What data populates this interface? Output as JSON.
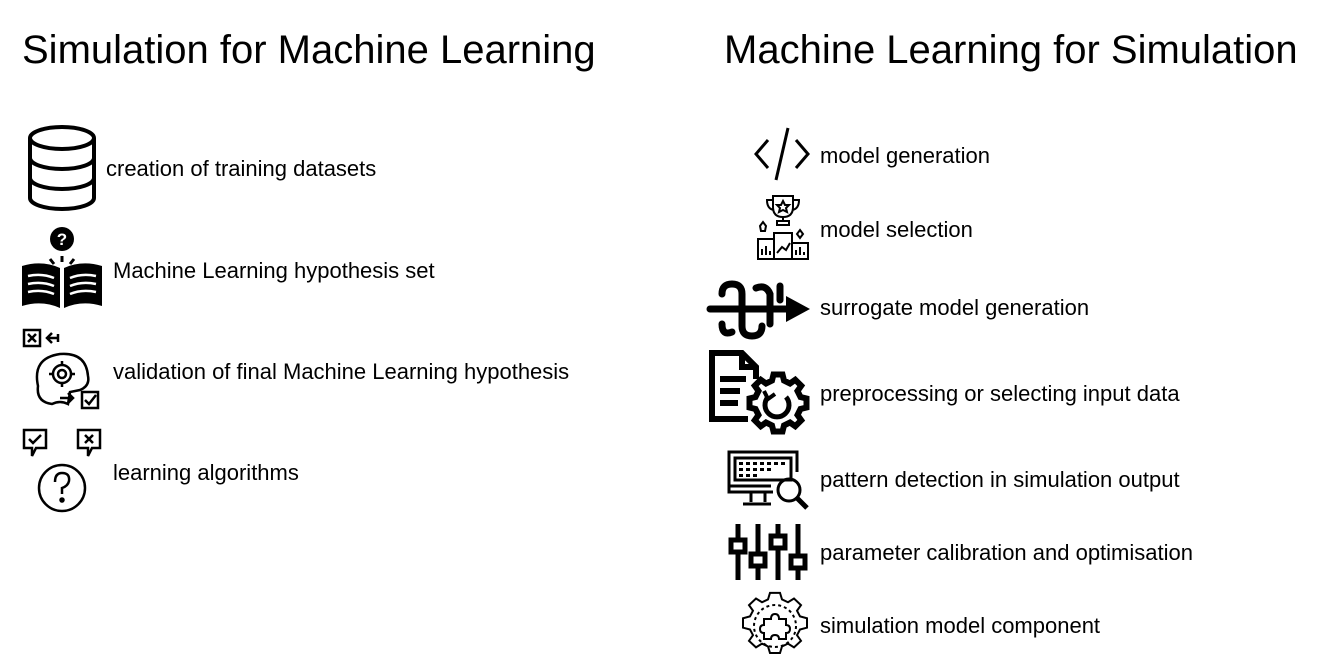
{
  "left": {
    "title": "Simulation for Machine Learning",
    "items": [
      {
        "icon": "database-icon",
        "label": "creation of training datasets"
      },
      {
        "icon": "book-question-icon",
        "label": "Machine Learning hypothesis set"
      },
      {
        "icon": "head-validation-icon",
        "label": "validation of final Machine Learning hypothesis"
      },
      {
        "icon": "question-choice-icon",
        "label": "learning algorithms"
      }
    ]
  },
  "right": {
    "title": "Machine Learning for Simulation",
    "items": [
      {
        "icon": "code-icon",
        "label": "model generation"
      },
      {
        "icon": "podium-trophy-icon",
        "label": "model selection"
      },
      {
        "icon": "surrogate-arrow-icon",
        "label": "surrogate model generation"
      },
      {
        "icon": "document-gear-icon",
        "label": "preprocessing or selecting input data"
      },
      {
        "icon": "monitor-search-icon",
        "label": "pattern detection in simulation output"
      },
      {
        "icon": "sliders-icon",
        "label": "parameter calibration and optimisation"
      },
      {
        "icon": "puzzle-gear-icon",
        "label": "simulation model component"
      }
    ]
  }
}
